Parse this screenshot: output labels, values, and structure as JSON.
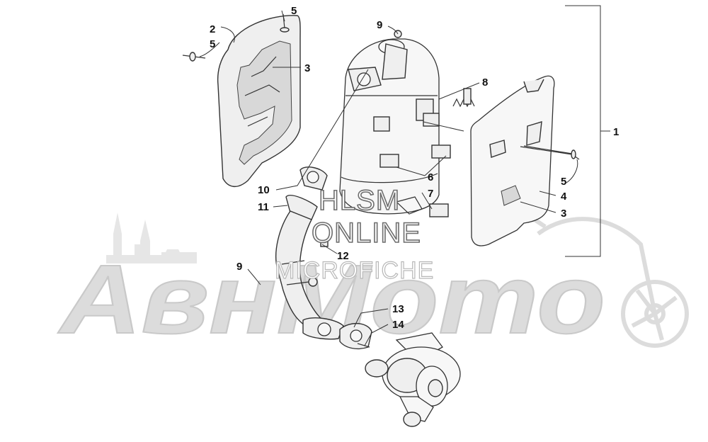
{
  "watermark": {
    "primary": "HLSM",
    "secondary": "ONLINE",
    "tertiary": "MICROFICHE",
    "brand": "АвнМото"
  },
  "callouts": [
    {
      "id": "c1",
      "text": "1"
    },
    {
      "id": "c2",
      "text": "2"
    },
    {
      "id": "c3a",
      "text": "3"
    },
    {
      "id": "c3b",
      "text": "3"
    },
    {
      "id": "c4",
      "text": "4"
    },
    {
      "id": "c5a",
      "text": "5"
    },
    {
      "id": "c5b",
      "text": "5"
    },
    {
      "id": "c5c",
      "text": "5"
    },
    {
      "id": "c6",
      "text": "6"
    },
    {
      "id": "c7",
      "text": "7"
    },
    {
      "id": "c8",
      "text": "8"
    },
    {
      "id": "c9a",
      "text": "9"
    },
    {
      "id": "c9b",
      "text": "9"
    },
    {
      "id": "c10",
      "text": "10"
    },
    {
      "id": "c11",
      "text": "11"
    },
    {
      "id": "c12",
      "text": "12"
    },
    {
      "id": "c13",
      "text": "13"
    },
    {
      "id": "c14",
      "text": "14"
    }
  ]
}
